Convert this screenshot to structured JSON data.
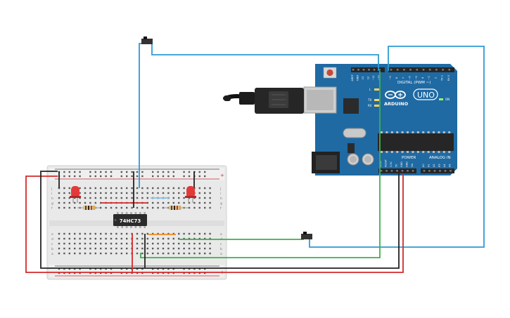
{
  "scene": {
    "background": "#ffffff"
  },
  "arduino": {
    "brand": "ARDUINO",
    "model": "UNO",
    "digital_header_label": "DIGITAL (PWM ~)",
    "analog_header_label": "ANALOG IN",
    "power_header_label": "POWER",
    "board_color": "#1f6aa3",
    "top_pins": [
      "AREF",
      "GND",
      "13",
      "12",
      "~11",
      "~10",
      "~9",
      "8",
      "7",
      "~6",
      "~5",
      "4",
      "~3",
      "2",
      "TX 1",
      "RX 0"
    ],
    "power_pins": [
      "IOREF",
      "RESET",
      "3.3V",
      "5V",
      "GND",
      "GND",
      "Vin"
    ],
    "analog_pins": [
      "A0",
      "A1",
      "A2",
      "A3",
      "A4",
      "A5"
    ],
    "led_labels": [
      "L",
      "TX",
      "RX"
    ],
    "on_label": "ON"
  },
  "chip": {
    "label": "74HC73"
  },
  "breadboard": {
    "row_letters_top": [
      "j",
      "i",
      "h",
      "g",
      "f"
    ],
    "row_letters_bottom": [
      "e",
      "d",
      "c",
      "b",
      "a"
    ],
    "plus": "+",
    "minus": "−"
  },
  "colors": {
    "wire_red": "#d42a2a",
    "wire_black": "#222222",
    "wire_blue": "#2d9bd2",
    "wire_green": "#3cb04a",
    "wire_orange": "#f08a24",
    "led_red": "#e23a3a",
    "resistor_body": "#d9c08a",
    "chip_body": "#2b2b2b",
    "switch_body": "#333333"
  }
}
